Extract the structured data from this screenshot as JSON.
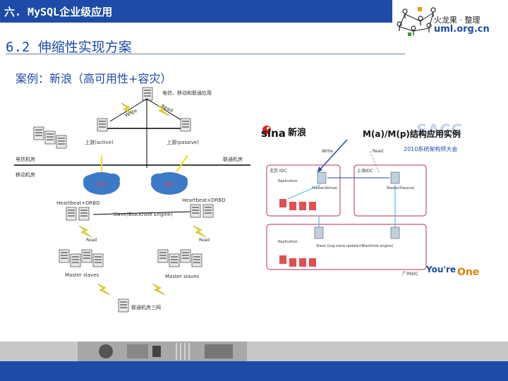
{
  "header": {
    "title": "六. MySQL企业级应用",
    "brand": "MySQL",
    "credit": "火龙果 · 整理",
    "url": "uml.org.cn"
  },
  "slide": {
    "section_title": "6.2 伸缩性实现方案",
    "case_label": "案例：新浪（高可用性+容灾）"
  },
  "left_diagram": {
    "top_label": "电信、移动和联通应用",
    "write_label": "Write",
    "read_label": "Read",
    "upper_active": "上游(active)",
    "upper_passive": "上游(passive)",
    "telecom": "电信机房",
    "mobile": "移动机房",
    "unicom": "联通机房",
    "cloud_left": "专线",
    "cloud_right": "专线",
    "heartbeat_left": "Heartbeat+DRBD",
    "heartbeat_right": "Heartbeat+DRBD",
    "slave_label": "Slave(Blackhole Engine)",
    "master_left": "Master slaves",
    "master_right": "Master slaves",
    "bottom_label": "联通机房三网",
    "read_left": "Read",
    "read_right": "Read"
  },
  "right_diagram": {
    "sina_logo": "sina",
    "sina_cn": "新浪",
    "headline": "M(a)/M(p)结构应用实例",
    "sacc": "SACC",
    "sacc_sub": "2010系统架构师大会",
    "dc_left": "北京 IDC",
    "dc_right": "上海IDC",
    "master_active": "Master(Active)",
    "master_passive": "Master(Passive)",
    "replication_top": "Replication",
    "replication_bottom": "Replication",
    "slave_engine": "Slave (Log-slave-update=Blackhole engine)",
    "write_label": "Write",
    "read_label": "Read",
    "foot_idc": "广州IDC",
    "youre": "You're",
    "the_one": "One"
  },
  "colors": {
    "brand_blue": "#1e4aa8",
    "lightning": "#f0e000",
    "cloud": "#3a7ac8"
  }
}
